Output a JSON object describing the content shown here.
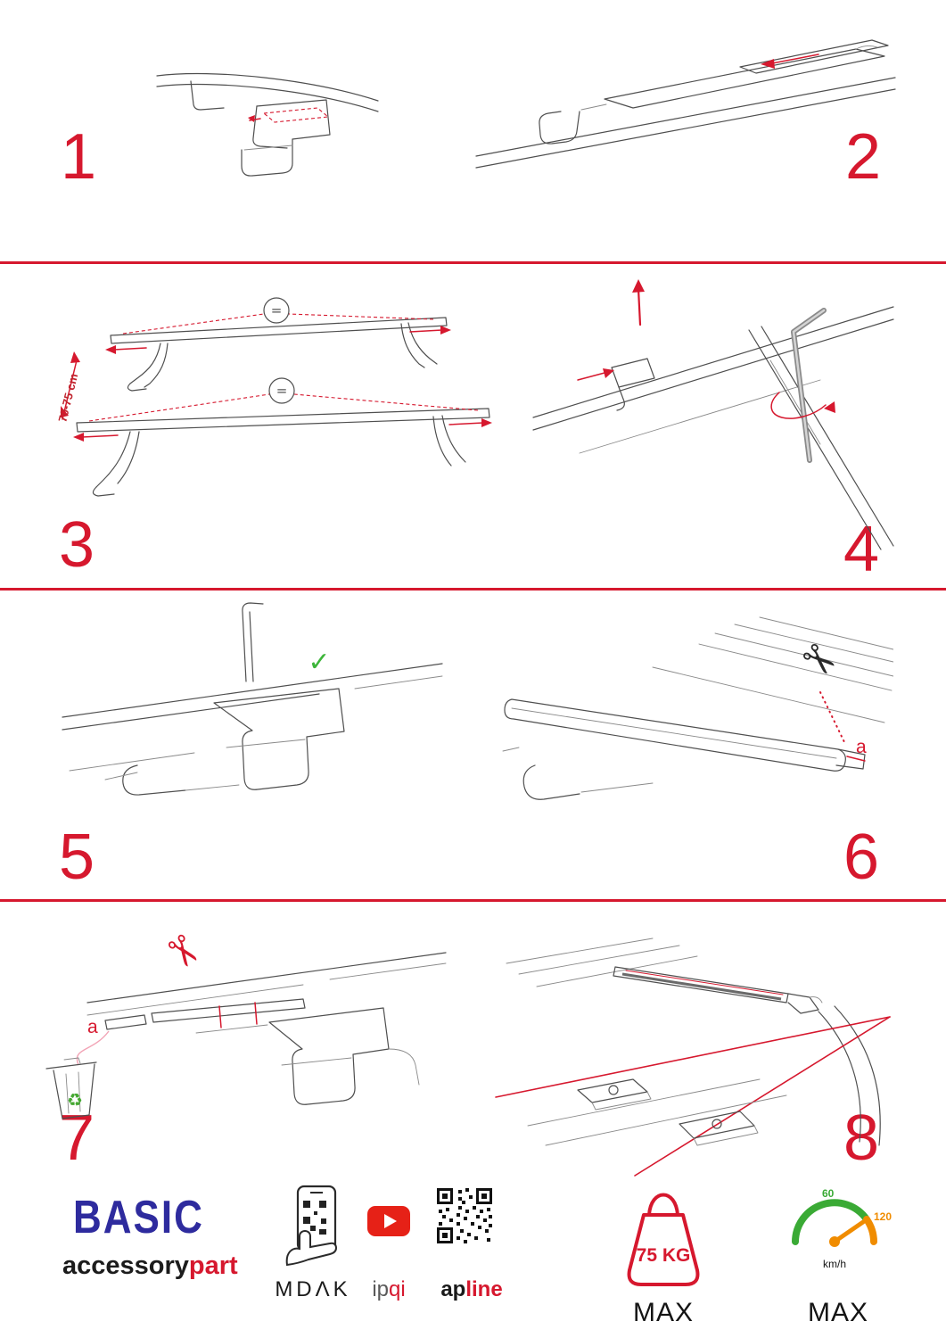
{
  "colors": {
    "accent_red": "#d6182e",
    "brand_blue": "#2e2b9e",
    "eco_green": "#3aaa35",
    "gauge_orange": "#f08c00"
  },
  "steps": [
    "1",
    "2",
    "3",
    "4",
    "5",
    "6",
    "7",
    "8"
  ],
  "labels": {
    "measure": "70-75 cm",
    "equal": "=",
    "cut_a": "a"
  },
  "icons": {
    "scissors": "✂",
    "recycle": "♻",
    "check": "✓"
  },
  "footer": {
    "brand": "BASIC",
    "brand_sub_1": "accessory",
    "brand_sub_2": "part",
    "partner_1": "MDΛK",
    "partner_2_1": "ip",
    "partner_2_2": "qi",
    "partner_3_1": "ap",
    "partner_3_2": "line",
    "weight": "75 KG",
    "weight_max": "MAX",
    "speed_green": "60",
    "speed_orange": "120",
    "speed_unit": "km/h",
    "speed_max": "MAX"
  }
}
